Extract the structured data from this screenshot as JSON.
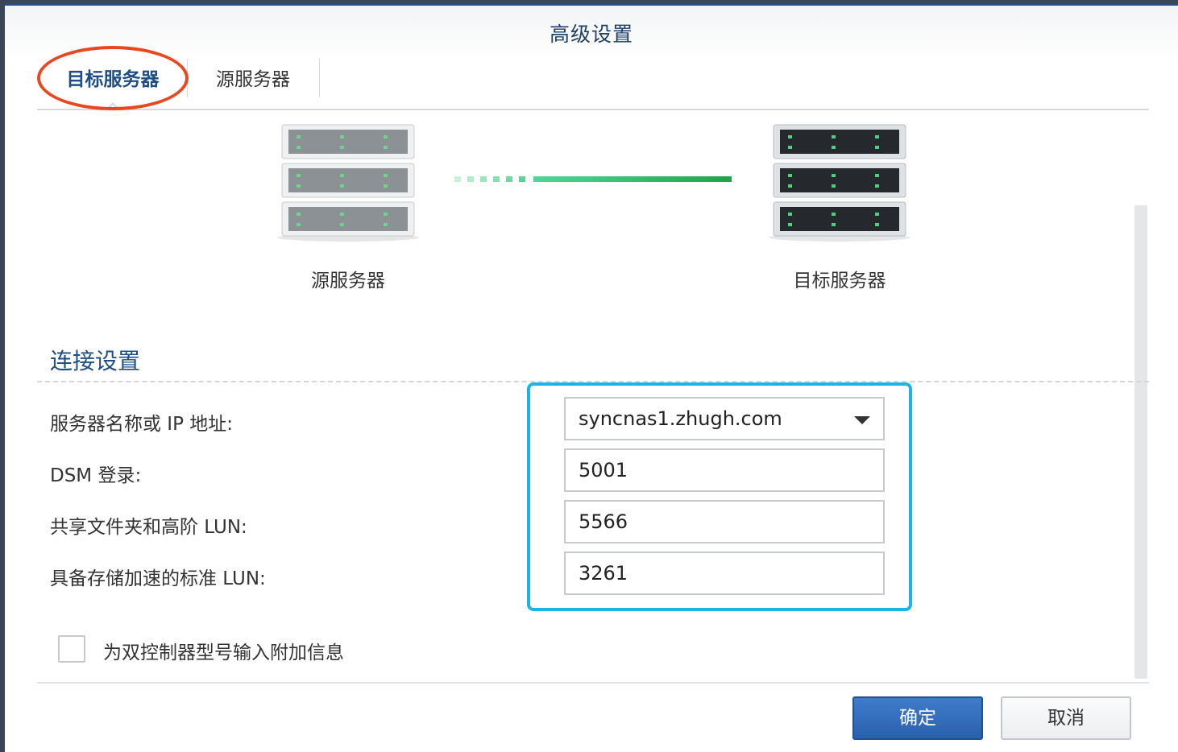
{
  "dialog": {
    "title": "高级设置"
  },
  "tabs": [
    {
      "label": "目标服务器",
      "active": true
    },
    {
      "label": "源服务器",
      "active": false
    }
  ],
  "diagram": {
    "source_label": "源服务器",
    "target_label": "目标服务器"
  },
  "connection": {
    "section_title": "连接设置",
    "fields": [
      {
        "label": "服务器名称或 IP 地址:",
        "value": "syncnas1.zhugh.com",
        "type": "dropdown"
      },
      {
        "label": "DSM 登录:",
        "value": "5001",
        "type": "text"
      },
      {
        "label": "共享文件夹和高阶 LUN:",
        "value": "5566",
        "type": "text"
      },
      {
        "label": "具备存储加速的标准 LUN:",
        "value": "3261",
        "type": "text"
      }
    ],
    "checkbox_label": "为双控制器型号输入附加信息",
    "checkbox_checked": false
  },
  "buttons": {
    "ok_label": "确定",
    "cancel_label": "取消"
  },
  "colors": {
    "accent": "#1f4e84",
    "primary_button": "#2f6dbf",
    "highlight_blue": "#1ab4ea",
    "highlight_red": "#e8471f",
    "link_green": "#1fa24a"
  }
}
